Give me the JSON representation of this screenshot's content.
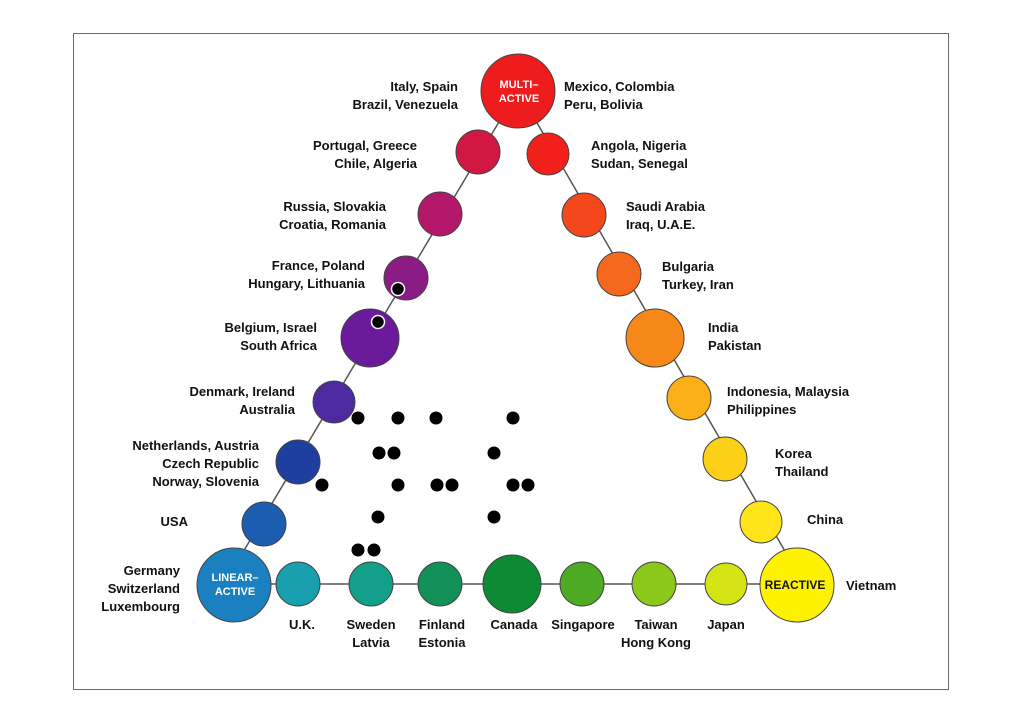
{
  "corners": {
    "multi_active": {
      "line1": "MULTI–",
      "line2": "ACTIVE",
      "color": "#ee1c1c",
      "text_color": "#ffffff"
    },
    "linear_active": {
      "line1": "LINEAR–",
      "line2": "ACTIVE",
      "color": "#1b80bf",
      "text_color": "#ffffff"
    },
    "reactive": {
      "line1": "REACTIVE",
      "color": "#fff200",
      "text_color": "#111111"
    }
  },
  "left_side": [
    {
      "lines": [
        "Italy, Spain",
        "Brazil, Venezuela"
      ]
    },
    {
      "lines": [
        "Portugal, Greece",
        "Chile, Algeria"
      ],
      "color": "#d21842"
    },
    {
      "lines": [
        "Russia, Slovakia",
        "Croatia, Romania"
      ],
      "color": "#b4186a"
    },
    {
      "lines": [
        "France, Poland",
        "Hungary, Lithuania"
      ],
      "color": "#8a1c84"
    },
    {
      "lines": [
        "Belgium, Israel",
        "South Africa"
      ],
      "color": "#6a1a9a"
    },
    {
      "lines": [
        "Denmark, Ireland",
        "Australia"
      ],
      "color": "#4e2aa0"
    },
    {
      "lines": [
        "Netherlands, Austria",
        "Czech Republic",
        "Norway, Slovenia"
      ],
      "color": "#1e3fa0"
    },
    {
      "lines": [
        "USA"
      ],
      "color": "#1d5db0"
    },
    {
      "lines": [
        "Germany",
        "Switzerland",
        "Luxembourg"
      ]
    }
  ],
  "right_side": [
    {
      "lines": [
        "Mexico, Colombia",
        "Peru, Bolivia"
      ]
    },
    {
      "lines": [
        "Angola, Nigeria",
        "Sudan, Senegal"
      ],
      "color": "#f2201a"
    },
    {
      "lines": [
        "Saudi Arabia",
        "Iraq, U.A.E."
      ],
      "color": "#f4481c"
    },
    {
      "lines": [
        "Bulgaria",
        "Turkey, Iran"
      ],
      "color": "#f5681e"
    },
    {
      "lines": [
        "India",
        "Pakistan"
      ],
      "color": "#f7881a"
    },
    {
      "lines": [
        "Indonesia, Malaysia",
        "Philippines"
      ],
      "color": "#fbb018"
    },
    {
      "lines": [
        "Korea",
        "Thailand"
      ],
      "color": "#fdd018"
    },
    {
      "lines": [
        "China"
      ],
      "color": "#ffe41a"
    },
    {
      "lines": [
        "Vietnam"
      ]
    }
  ],
  "bottom_side": [
    {
      "lines": [
        "U.K."
      ],
      "color": "#19a0ae"
    },
    {
      "lines": [
        "Sweden",
        "Latvia"
      ],
      "color": "#13a08a"
    },
    {
      "lines": [
        "Finland",
        "Estonia"
      ],
      "color": "#129058"
    },
    {
      "lines": [
        "Canada"
      ],
      "color": "#0d8a34"
    },
    {
      "lines": [
        "Singapore"
      ],
      "color": "#4eaa22"
    },
    {
      "lines": [
        "Taiwan",
        "Hong Kong"
      ],
      "color": "#8cc81a"
    },
    {
      "lines": [
        "Japan"
      ],
      "color": "#d4e414"
    }
  ],
  "colors": {
    "line": "#555555",
    "dot": "#000000",
    "circle_stroke": "#444444"
  }
}
